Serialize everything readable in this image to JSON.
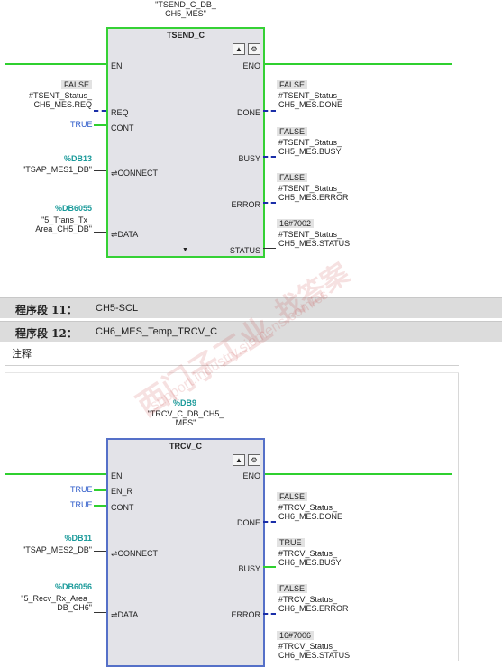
{
  "network1": {
    "top_label_line1": "\"TSEND_C_DB_",
    "top_label_line2": "CH5_MES\"",
    "block_title": "TSEND_C",
    "pins_left": [
      "EN",
      "REQ",
      "CONT",
      "CONNECT",
      "DATA"
    ],
    "pins_right": [
      "ENO",
      "DONE",
      "BUSY",
      "ERROR",
      "STATUS"
    ],
    "req_value": "FALSE",
    "req_var_line1": "#TSENT_Status_",
    "req_var_line2": "CH5_MES.REQ",
    "cont_value": "TRUE",
    "connect_db": "%DB13",
    "connect_var": "\"TSAP_MES1_DB\"",
    "data_db": "%DB6055",
    "data_var_line1": "\"5_Trans_Tx_",
    "data_var_line2": "Area_CH5_DB\"",
    "done_value": "FALSE",
    "done_var_line1": "#TSENT_Status_",
    "done_var_line2": "CH5_MES.DONE",
    "busy_value": "FALSE",
    "busy_var_line1": "#TSENT_Status_",
    "busy_var_line2": "CH5_MES.BUSY",
    "error_value": "FALSE",
    "error_var_line1": "#TSENT_Status_",
    "error_var_line2": "CH5_MES.ERROR",
    "status_value": "16#7002",
    "status_var_line1": "#TSENT_Status_",
    "status_var_line2": "CH5_MES.STATUS"
  },
  "segments": [
    {
      "label": "程序段 11：",
      "name": "CH5-SCL"
    },
    {
      "label": "程序段 12：",
      "name": "CH6_MES_Temp_TRCV_C"
    }
  ],
  "comment_label": "注释",
  "network2": {
    "db_number": "%DB9",
    "top_label_line1": "\"TRCV_C_DB_CH5_",
    "top_label_line2": "MES\"",
    "block_title": "TRCV_C",
    "pins_left": [
      "EN",
      "EN_R",
      "CONT",
      "CONNECT",
      "DATA"
    ],
    "pins_right": [
      "ENO",
      "DONE",
      "BUSY",
      "ERROR"
    ],
    "en_r_value": "TRUE",
    "cont_value": "TRUE",
    "connect_db": "%DB11",
    "connect_var": "\"TSAP_MES2_DB\"",
    "data_db": "%DB6056",
    "data_var_line1": "\"5_Recv_Rx_Area_",
    "data_var_line2": "DB_CH6\"",
    "done_value": "FALSE",
    "done_var_line1": "#TRCV_Status_",
    "done_var_line2": "CH6_MES.DONE",
    "busy_value": "TRUE",
    "busy_var_line1": "#TRCV_Status_",
    "busy_var_line2": "CH6_MES.BUSY",
    "error_value": "FALSE",
    "error_var_line1": "#TRCV_Status_",
    "error_var_line2": "CH6_MES.ERROR",
    "status_value": "16#7006",
    "status_var_line1": "#TRCV_Status_",
    "status_var_line2": "CH6_MES.STATUS"
  },
  "watermark": {
    "line1": "西门子工业",
    "line2": "support.industry.siemens.com/cs",
    "line3": "找答案"
  },
  "colors": {
    "green": "#2fd02f",
    "blue": "#1a2ea8",
    "teal": "#1a9a9a",
    "true_blue": "#2a58c8",
    "block_bg": "#e3e3e8"
  }
}
